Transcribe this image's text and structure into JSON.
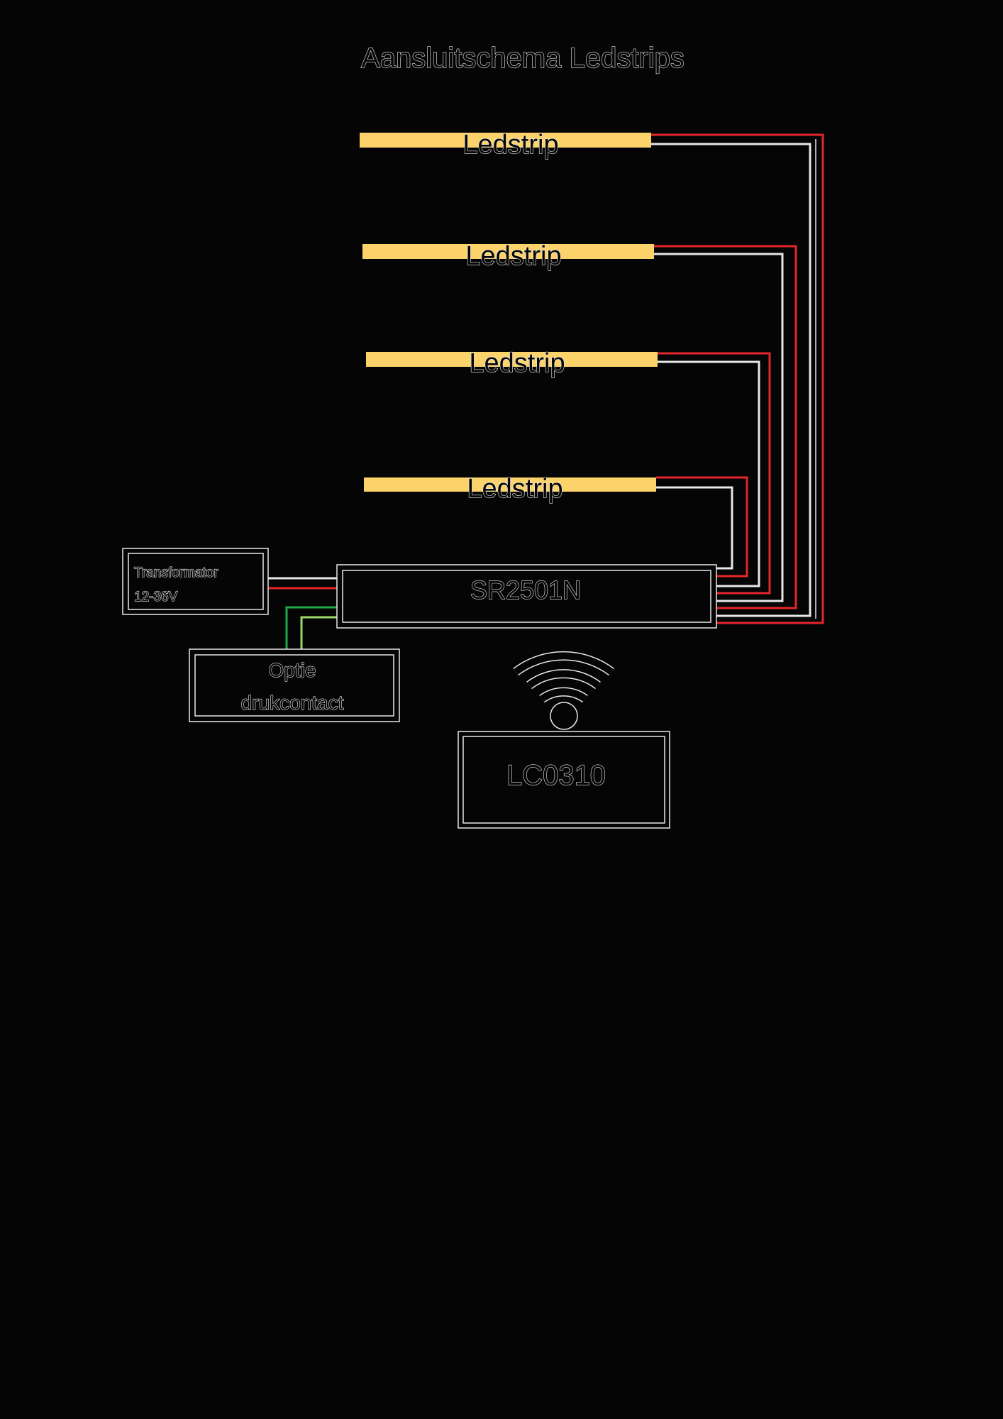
{
  "title": "Aansluitschema Ledstrips",
  "ledstrips": [
    {
      "label": "Ledstrip"
    },
    {
      "label": "Ledstrip"
    },
    {
      "label": "Ledstrip"
    },
    {
      "label": "Ledstrip"
    }
  ],
  "transformer": {
    "line1": "Transformator",
    "line2": "12-36V"
  },
  "controller": {
    "label": "SR2501N"
  },
  "pushbutton": {
    "line1": "Optie",
    "line2": "drukcontact"
  },
  "remote": {
    "label": "LC0310"
  },
  "colors": {
    "background": "#050505",
    "strip": "#fcd36b",
    "positive_wire": "#e5252b",
    "negative_wire": "#e8e8e8",
    "button_wire_dark": "#1fa84a",
    "button_wire_light": "#9ed86b"
  }
}
